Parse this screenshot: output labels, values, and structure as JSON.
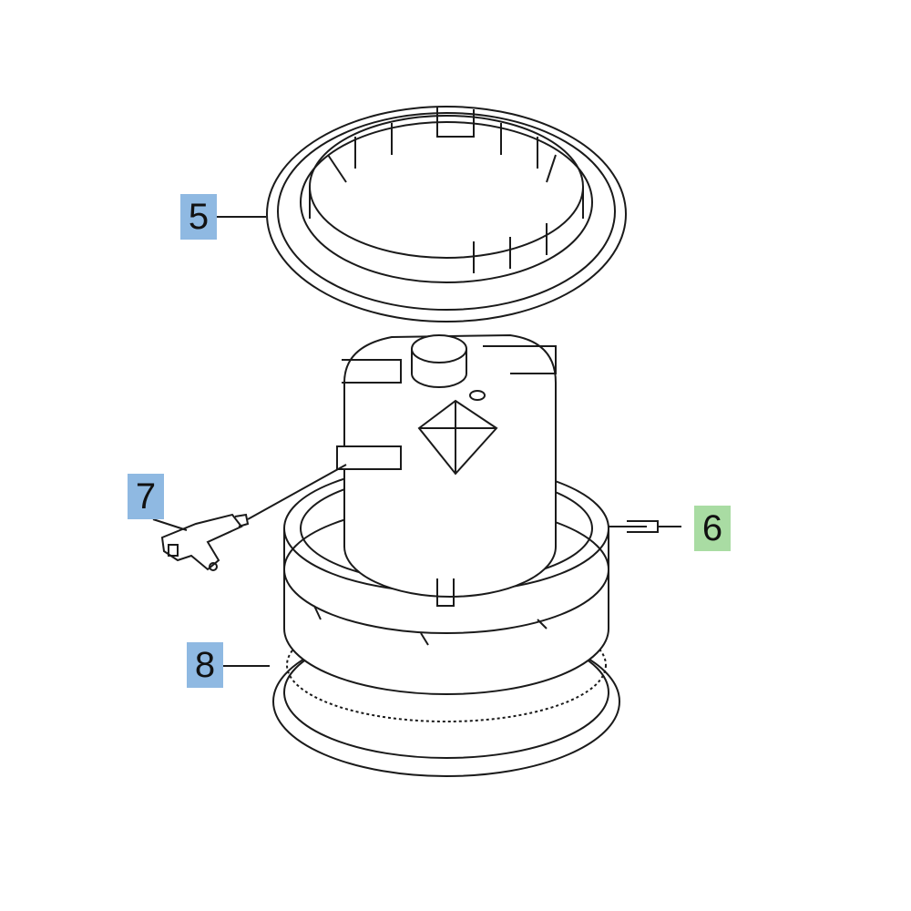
{
  "diagram": {
    "callouts": [
      {
        "id": "5",
        "label": "5",
        "part": "top-ring"
      },
      {
        "id": "6",
        "label": "6",
        "part": "motor"
      },
      {
        "id": "7",
        "label": "7",
        "part": "sensor-connector"
      },
      {
        "id": "8",
        "label": "8",
        "part": "bottom-seal-ring"
      }
    ],
    "colors": {
      "blue_label": "#8fb9e2",
      "green_label": "#a9dca3",
      "line": "#1a1a1a"
    }
  }
}
